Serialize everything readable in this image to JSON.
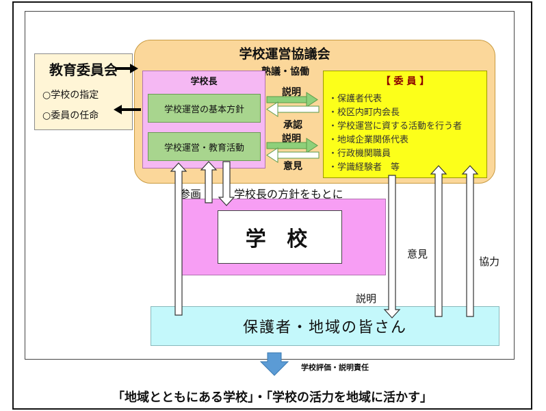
{
  "council": {
    "title": "学校運営協議会",
    "deliberation": "熟議・協働"
  },
  "board": {
    "title": "教育委員会",
    "items": [
      "○学校の指定",
      "○委員の任命"
    ]
  },
  "principal": {
    "label": "学校長",
    "policy": "学校運営の基本方針",
    "activities": "学校運営・教育活動"
  },
  "exchange": {
    "explain_top": "説明",
    "approve": "承認",
    "explain_bottom": "説明",
    "opinion": "意見"
  },
  "members": {
    "title": "【 委 員 】",
    "items": [
      "・保護者代表",
      "・校区内町内会長",
      "・学校運営に資する活動を行う者",
      "・地域企業関係代表",
      "・行政機関職員",
      "・学識経験者　等"
    ]
  },
  "school": {
    "participation": "参画",
    "principal_policy": "学校長の方針をもとに",
    "name": "学 校"
  },
  "flows": {
    "explanation": "説明",
    "opinion": "意見",
    "cooperation": "協力"
  },
  "guardians": {
    "label": "保護者・地域の皆さん"
  },
  "evaluation": "学校評価・説明責任",
  "motto": "「地域とともにある学校」・「学校の活力を地域に活かす」",
  "colors": {
    "council_bg": "#fbd79a",
    "board_bg": "#fff5d6",
    "principal_bg": "#f5b8f3",
    "green_box": "#a8d58e",
    "members_bg": "#fcff1a",
    "school_bg": "#f79ef4",
    "guardians_bg": "#c4f8fb",
    "green_arrow": "#8ed07a",
    "blue_arrow": "#5b9bd5"
  }
}
